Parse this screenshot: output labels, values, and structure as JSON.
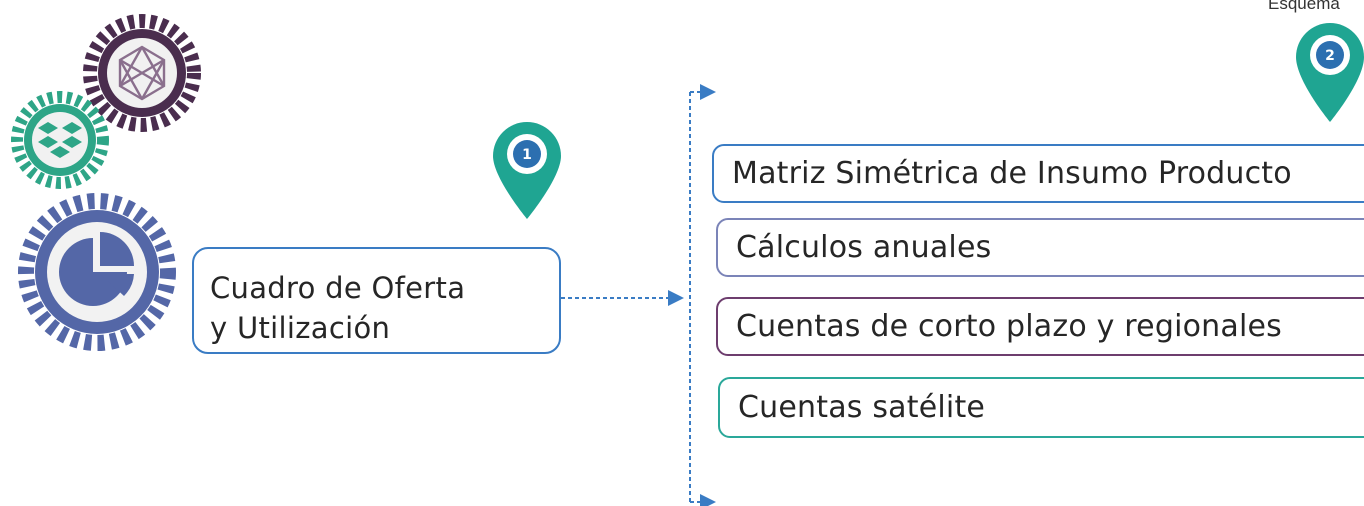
{
  "corner_label": "Esquema",
  "source": {
    "line1": "Cuadro de Oferta",
    "line2": "y Utilización"
  },
  "targets": [
    {
      "label": "Matriz Simétrica de Insumo Producto"
    },
    {
      "label": "Cálculos anuales"
    },
    {
      "label": "Cuentas de corto plazo y regionales"
    },
    {
      "label": "Cuentas satélite"
    }
  ],
  "markers": [
    {
      "number": "1",
      "color": "#1fa592"
    },
    {
      "number": "2",
      "color": "#1fa592"
    }
  ],
  "gears": [
    {
      "icon": "hexagon-mesh-icon",
      "color": "#4a2d4e"
    },
    {
      "icon": "dropbox-icon",
      "color": "#2ea587"
    },
    {
      "icon": "pie-chart-icon",
      "color": "#5467a7"
    }
  ],
  "colors": {
    "connector": "#3a7cc4",
    "box_border_1": "#3a7cc4",
    "box_border_2": "#7b84b8",
    "box_border_3": "#6d3d6e",
    "box_border_4": "#2aa89a"
  }
}
